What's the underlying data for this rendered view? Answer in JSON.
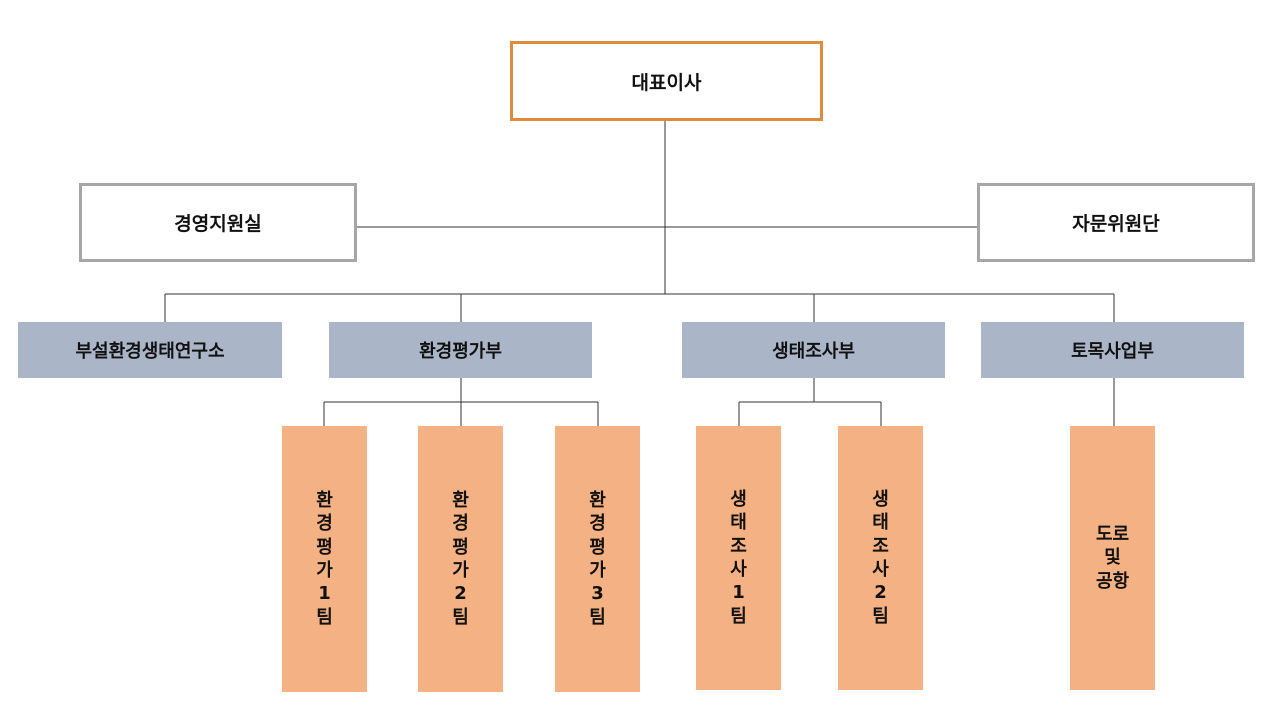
{
  "colors": {
    "ceo_border": "#E08A3C",
    "side_border": "#A6A6A6",
    "dept_fill": "#ABB5C8",
    "team_fill": "#F4B183",
    "line": "#333333"
  },
  "ceo": "대표이사",
  "management_support": "경영지원실",
  "advisory_group": "자문위원단",
  "departments": [
    "부설환경생태연구소",
    "환경평가부",
    "생태조사부",
    "토목사업부"
  ],
  "teams": {
    "env_assessment_1": "환\n경\n평\n가\n1\n팀",
    "env_assessment_2": "환\n경\n평\n가\n2\n팀",
    "env_assessment_3": "환\n경\n평\n가\n3\n팀",
    "eco_survey_1": "생\n태\n조\n사\n1\n팀",
    "eco_survey_2": "생\n태\n조\n사\n2\n팀",
    "road_airport": "도로\n및\n공항"
  }
}
